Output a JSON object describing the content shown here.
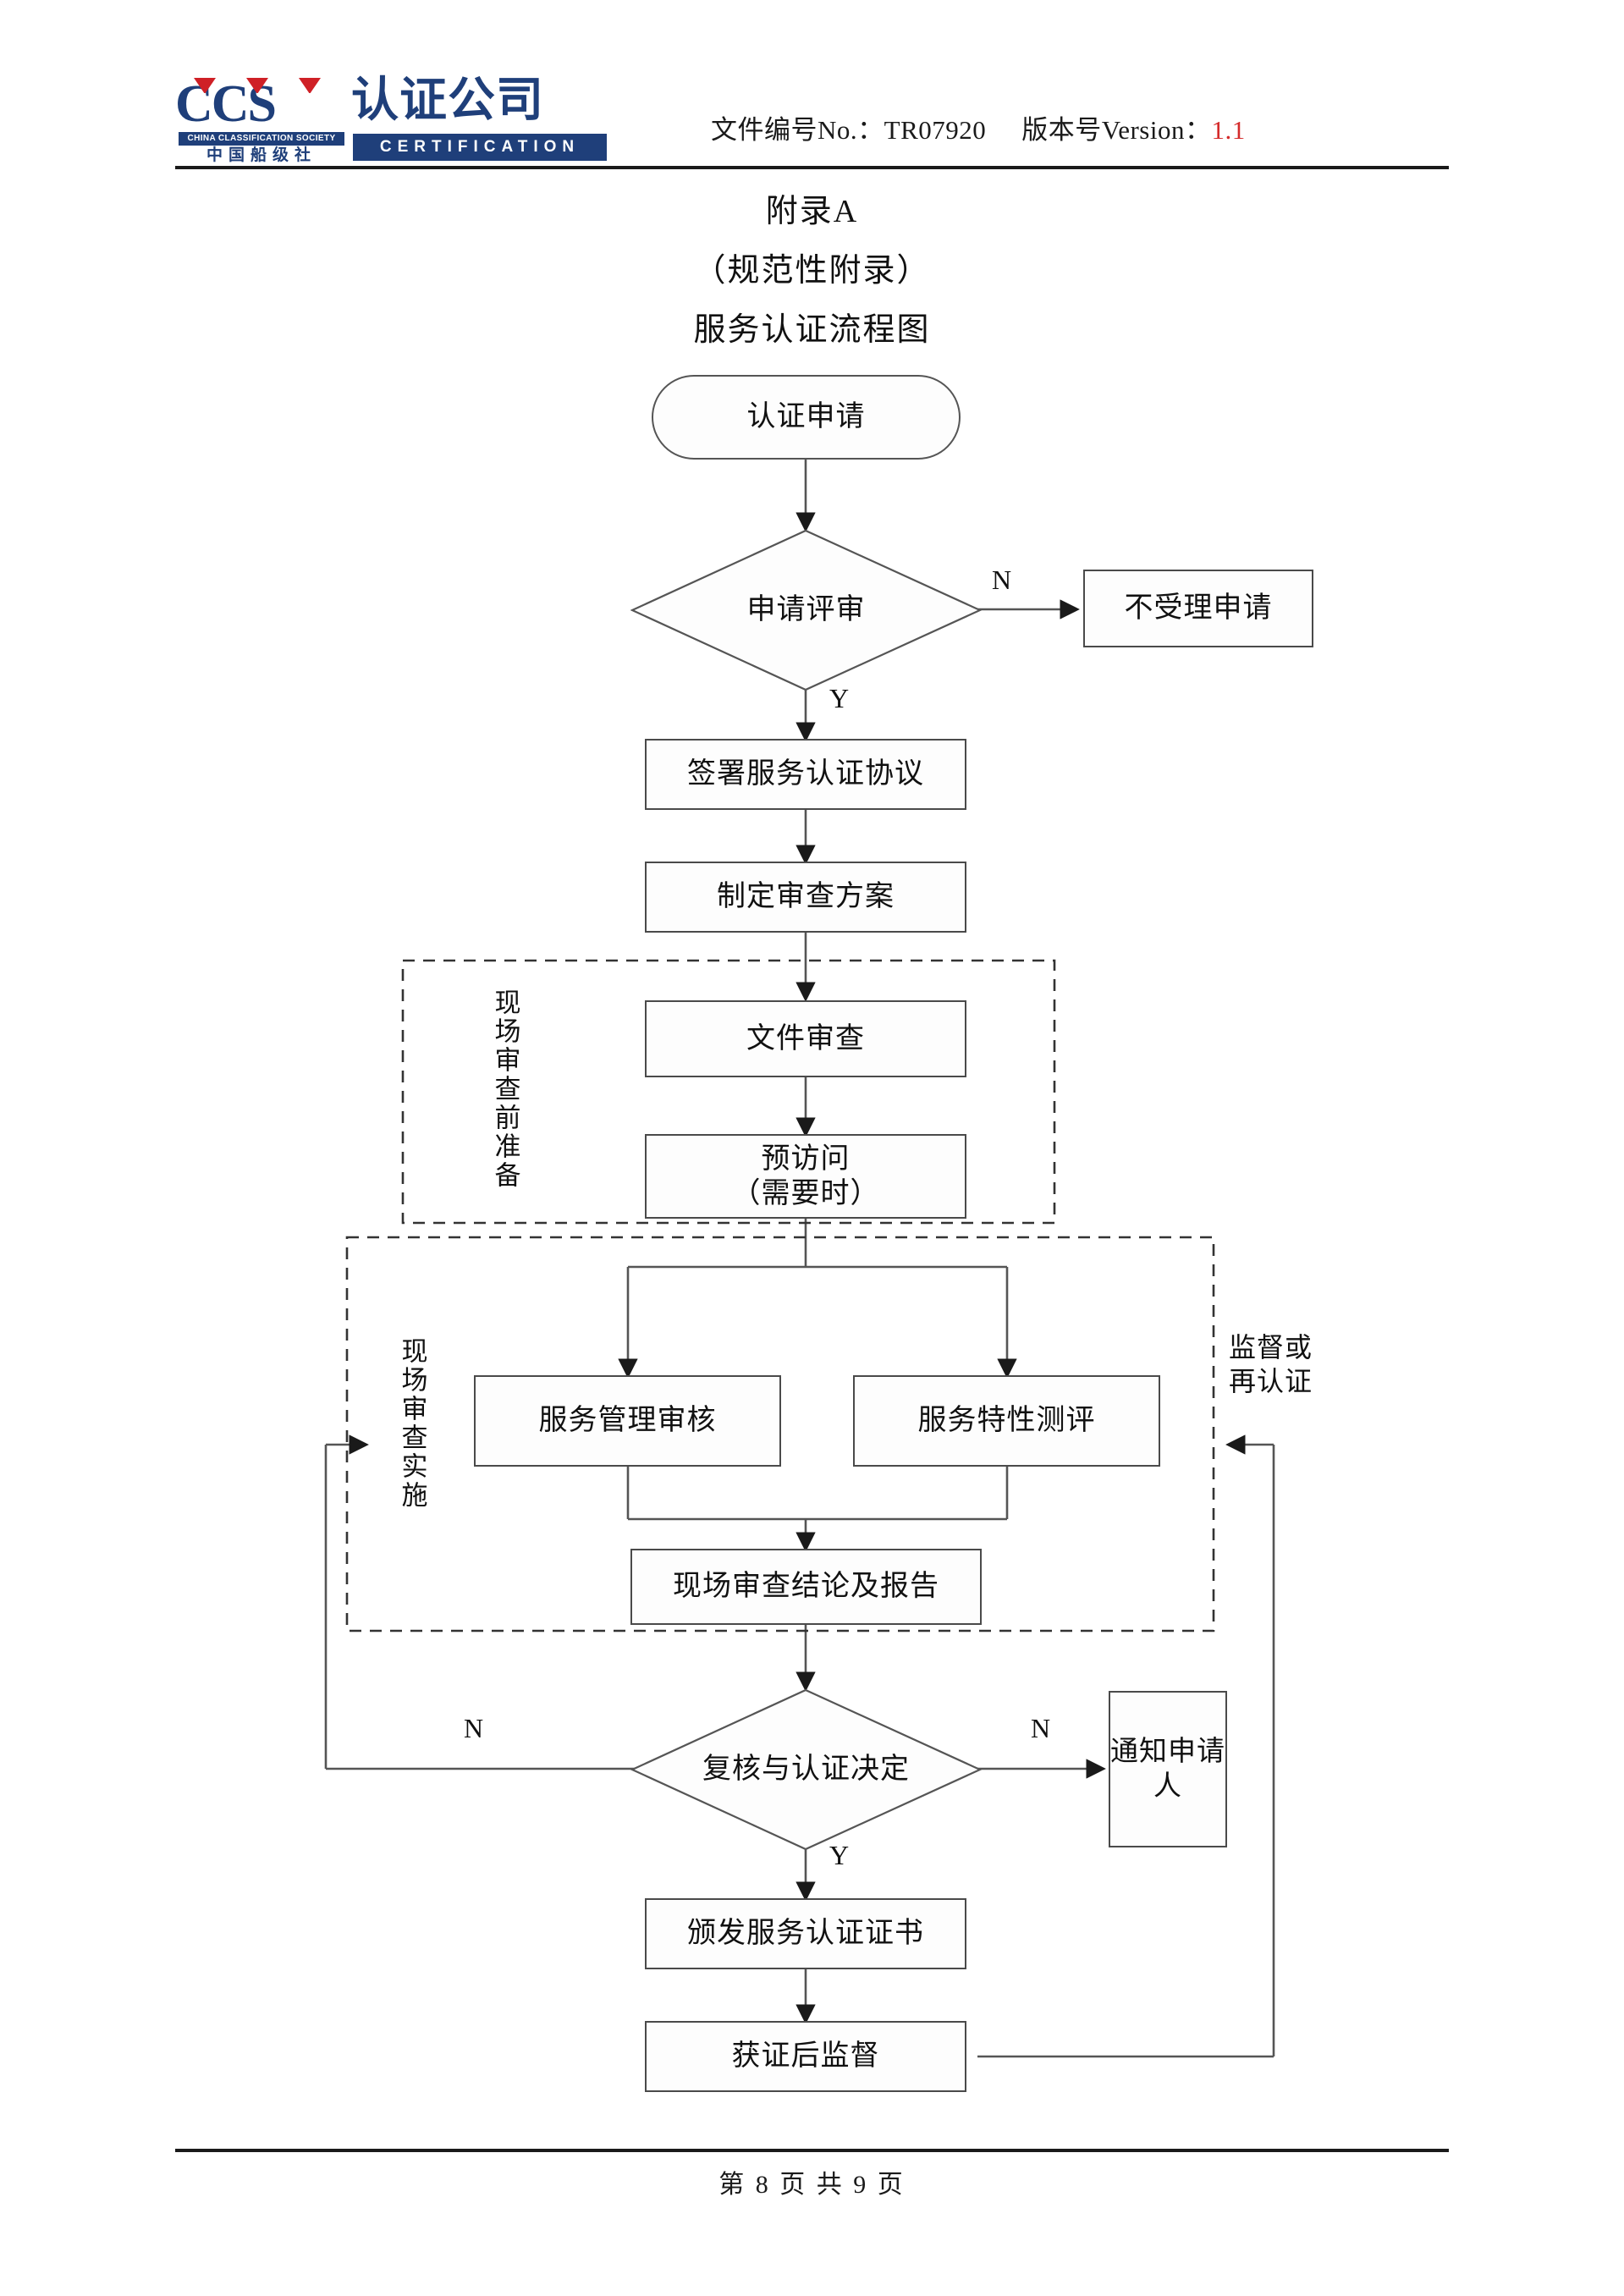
{
  "header": {
    "logo": {
      "mark_text": "CCS",
      "mark_sub_en": "CHINA CLASSIFICATION SOCIETY",
      "mark_sub_cn": "中国船级社",
      "company_cn": "认证公司",
      "company_en": "CERTIFICATION",
      "brand_color": "#1f3f7a",
      "accent_color": "#cf2026"
    },
    "doc_no_label": "文件编号No.：",
    "doc_no_value": "TR07920",
    "version_label": "版本号Version：",
    "version_value": "1.1",
    "version_color": "#d42a2a"
  },
  "titles": {
    "appendix": "附录A",
    "normative": "（规范性附录）",
    "chart_title": "服务认证流程图"
  },
  "flow": {
    "nodes": {
      "application": "认证申请",
      "application_review": "申请评审",
      "reject": "不受理申请",
      "sign_agreement": "签署服务认证协议",
      "review_plan": "制定审查方案",
      "doc_review": "文件审查",
      "pre_visit": "预访问\n（需要时）",
      "service_mgmt_audit": "服务管理审核",
      "service_feature_eval": "服务特性测评",
      "onsite_conclusion": "现场审查结论及报告",
      "review_decision": "复核与认证决定",
      "notify_applicant": "通知申请人",
      "issue_certificate": "颁发服务认证证书",
      "post_cert_supervision": "获证后监督"
    },
    "group_labels": {
      "pre_onsite": "现场审查前准备",
      "onsite_exec": "现场审查实施"
    },
    "edge_labels": {
      "review_no": "N",
      "review_yes": "Y",
      "decision_no_left": "N",
      "decision_no_right": "N",
      "decision_yes": "Y",
      "supervision_recert": "监督或\n再认证"
    }
  },
  "footer": {
    "page_text": "第 8 页 共 9 页"
  }
}
